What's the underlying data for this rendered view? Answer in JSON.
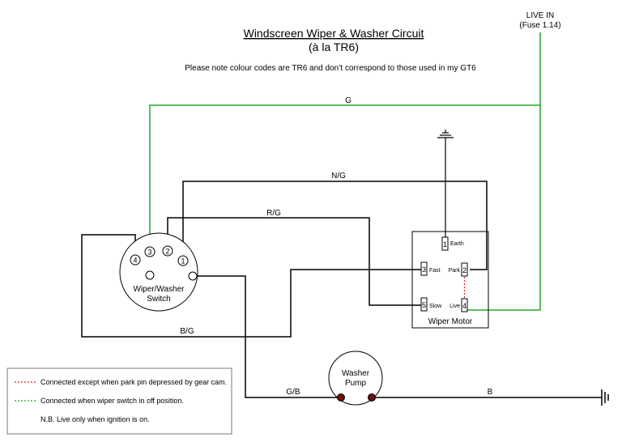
{
  "title": "Windscreen Wiper & Washer Circuit",
  "subtitle": "(à la TR6)",
  "note": "Please note colour codes are TR6 and don’t correspond to those used in my GT6",
  "live_in": {
    "line1": "LIVE IN",
    "line2": "(Fuse 1.14)"
  },
  "wires": {
    "g": "G",
    "ng": "N/G",
    "rg": "R/G",
    "bg": "B/G",
    "gb": "G/B",
    "b": "B"
  },
  "switch": {
    "label_line1": "Wiper/Washer",
    "label_line2": "Switch",
    "pins": [
      "4",
      "3",
      "2",
      "1"
    ]
  },
  "motor": {
    "label": "Wiper Motor",
    "terminals": {
      "t1": "1",
      "t1_name": "Earth",
      "t3": "3",
      "t3_name": "Fast",
      "t5": "5",
      "t5_name": "Slow",
      "t2": "2",
      "t2_name": "Park",
      "t4": "4",
      "t4_name": "Live"
    }
  },
  "pump": {
    "line1": "Washer",
    "line2": "Pump"
  },
  "legend": {
    "red_text": "Connected except when park pin depressed by gear cam.",
    "green_text": "Connected when wiper switch in off position.",
    "note": "N.B. Live only when ignition is on.",
    "red_color": "#dd2222",
    "green_color": "#22aa22"
  }
}
